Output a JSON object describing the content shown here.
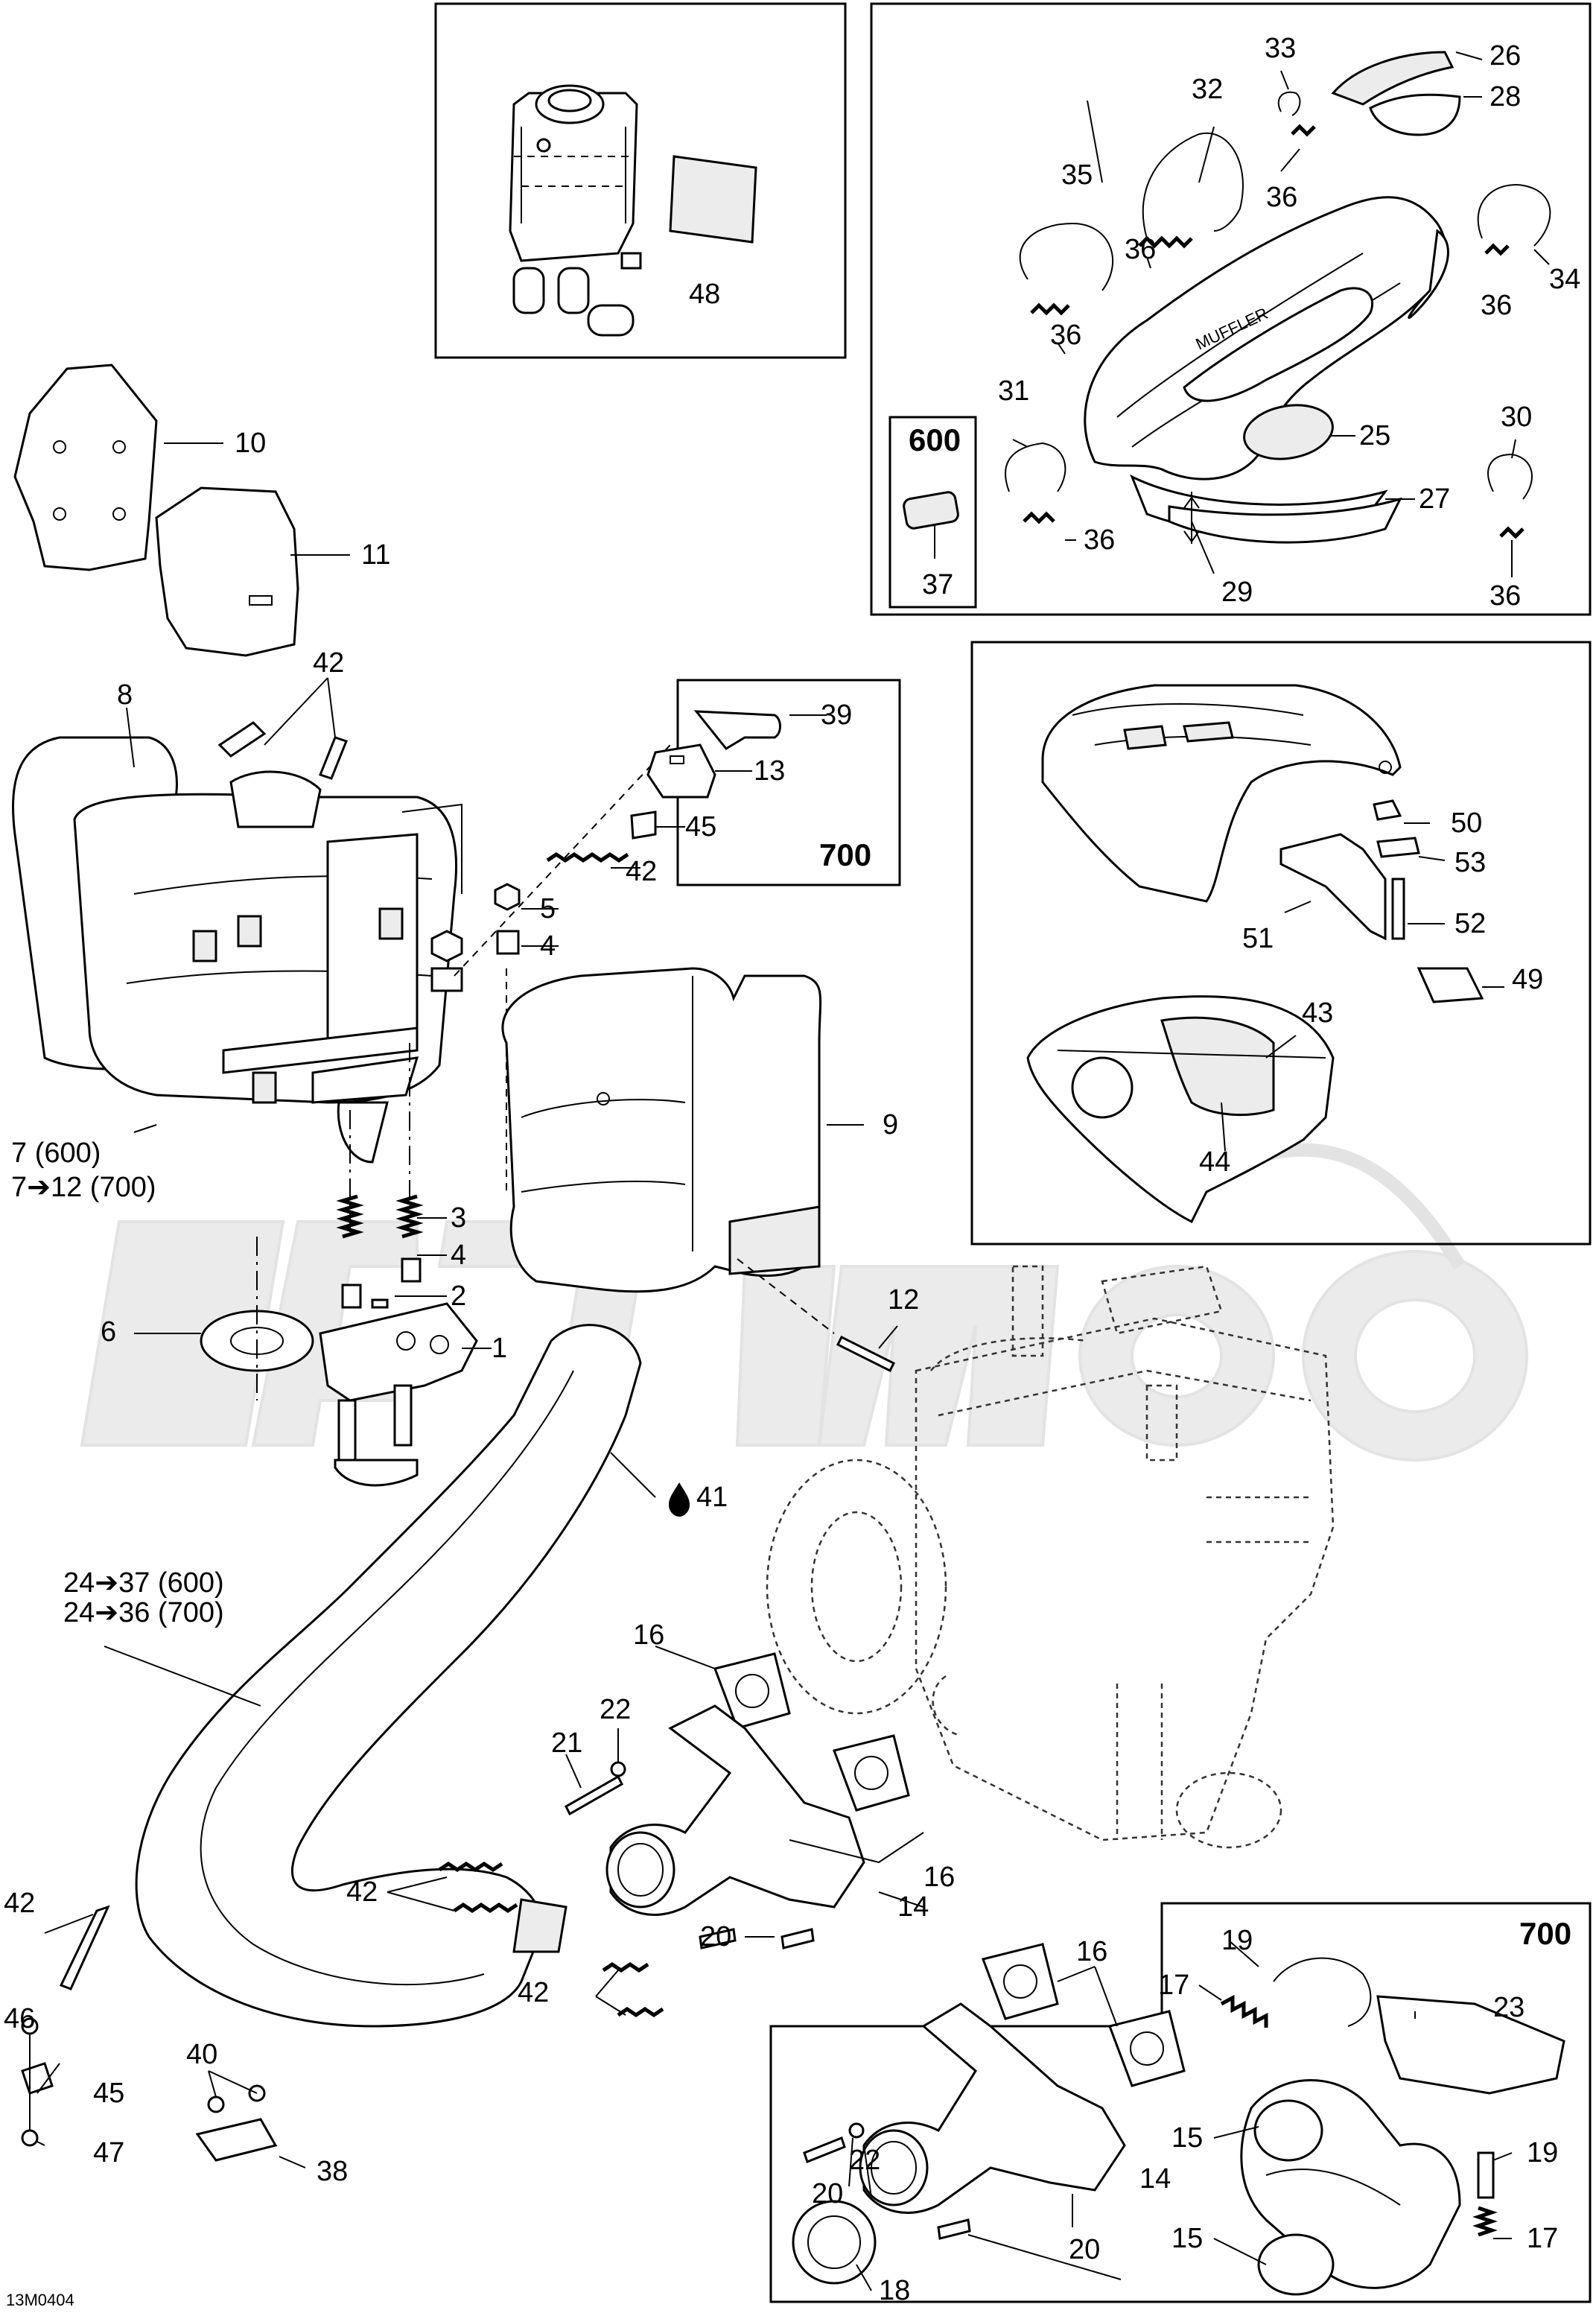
{
  "diagram": {
    "doc_code": "13M0404",
    "box_labels": {
      "box_600": "600",
      "box_700_springs": "700",
      "box_700_manifold": "700"
    },
    "callouts": {
      "c1": "1",
      "c2": "2",
      "c3": "3",
      "c4a": "4",
      "c4b": "4",
      "c5": "5",
      "c6": "6",
      "c7": "7 (600)",
      "c7b": "7➔12 (700)",
      "c8": "8",
      "c9": "9",
      "c10": "10",
      "c11": "11",
      "c12": "12",
      "c13": "13",
      "c14a": "14",
      "c14b": "14",
      "c15a": "15",
      "c15b": "15",
      "c16a": "16",
      "c16b": "16",
      "c16c": "16",
      "c17a": "17",
      "c17b": "17",
      "c18": "18",
      "c19a": "19",
      "c19b": "19",
      "c20a": "20",
      "c20b": "20",
      "c20c": "20",
      "c21": "21",
      "c22a": "22",
      "c22b": "22",
      "c23": "23",
      "c24a": "24➔37 (600)",
      "c24b": "24➔36 (700)",
      "c25": "25",
      "c26": "26",
      "c27": "27",
      "c28": "28",
      "c29": "29",
      "c30": "30",
      "c31": "31",
      "c32": "32",
      "c33": "33",
      "c34": "34",
      "c35": "35",
      "c36a": "36",
      "c36b": "36",
      "c36c": "36",
      "c36d": "36",
      "c36e": "36",
      "c36f": "36",
      "c37": "37",
      "c38": "38",
      "c39": "39",
      "c40": "40",
      "c41": "41",
      "c42a": "42",
      "c42b": "42",
      "c42c": "42",
      "c42d": "42",
      "c42e": "42",
      "c43": "43",
      "c44": "44",
      "c45a": "45",
      "c45b": "45",
      "c46": "46",
      "c47": "47",
      "c48": "48",
      "c49": "49",
      "c50": "50",
      "c51": "51",
      "c52": "52",
      "c53": "53"
    },
    "icons": {
      "oil_drop": "oil-drop-icon",
      "watermark": "motorcycle-watermark"
    }
  }
}
